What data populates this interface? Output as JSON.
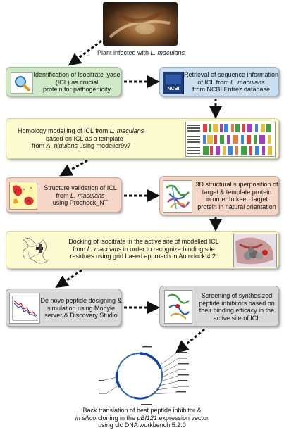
{
  "steps": {
    "plant": {
      "pre": "Plant infected with ",
      "em": "L. maculans",
      "post": ""
    },
    "identification": {
      "l1": "Identification of Isocitrate lyase",
      "l2": "(ICL) as crucial",
      "l3": "protein for pathogenicity"
    },
    "retrieval": {
      "l1": "Retrieval of sequence information",
      "l2_pre": "of ICL from ",
      "l2_em": "L. maculans",
      "l3": "from NCBI Entrez database"
    },
    "homology": {
      "l1_pre": "Homology modelling of ICL from ",
      "l1_em": "L. maculans",
      "l2": "based on ICL as a template",
      "l3_pre": "from ",
      "l3_em": "A. nidulans",
      "l3_post": " using modeller9v7"
    },
    "validation": {
      "l1": "Structure validation of ICL",
      "l2_pre": "from ",
      "l2_em": "L. maculans",
      "l3": "using  Procheck_NT"
    },
    "superposition": {
      "l1": "3D structural superposition of",
      "l2": "target & template protein",
      "l3": "in order to keep target",
      "l4": "protein in natural orientation"
    },
    "docking": {
      "l1": "Docking of isocitrate in the active site of modelled ICL",
      "l2_pre": "from ",
      "l2_em": "L. maculans",
      "l2_post": " in order to recognize binding site",
      "l3": "residues using grid based approach in Autodock 4.2."
    },
    "denovo": {
      "l1": "De novo peptide designing &",
      "l2": "simulation using Mobyle",
      "l3": "server  & Discovery Studio"
    },
    "screening": {
      "l1": "Screening of synthesized",
      "l2": "peptide inhibitors based on",
      "l3": "their binding efficacy in the",
      "l4": "active site of ICL"
    },
    "backtranslation": {
      "l1": "Back translation of best peptide inhibitor &",
      "l2_em1": "in silico",
      "l2_mid": " cloning in the ",
      "l2_em2": "pBI121",
      "l2_post": " expression vector",
      "l3": "using clc DNA workbench 5.2.0"
    }
  },
  "icons": {
    "search": "magnifier-icon",
    "ncbi": "NCBI",
    "plasmid": "plasmid-map-icon",
    "ramachandran": "ramachandran-plot-icon",
    "protein": "protein-structure-icon",
    "alignment": "sequence-alignment-icon",
    "simulation": "simulation-graph-icon"
  },
  "colors": {
    "green_box": "#cfe8c6",
    "blue_box": "#c9dff0",
    "yellow_box": "#fdfbd2",
    "salmon_box": "#f6d6c6",
    "gray_box": "#d9d9d9",
    "arrow": "#111111"
  }
}
